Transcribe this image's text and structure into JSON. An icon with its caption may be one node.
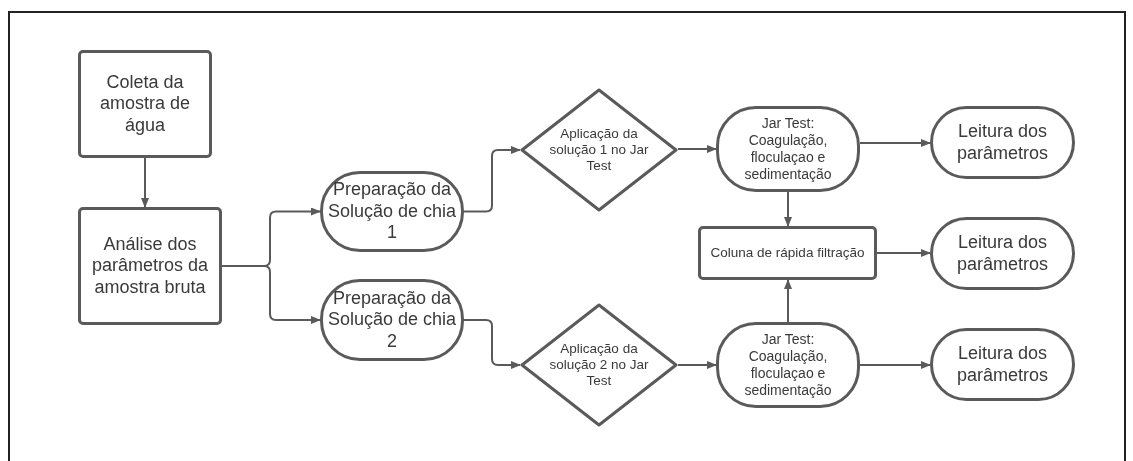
{
  "diagram": {
    "nodes": [
      {
        "text": [
          "Coleta da amostra de água"
        ]
      },
      {
        "text": [
          "Análise dos parâmetros da amostra bruta"
        ]
      },
      {
        "text": [
          "Preparação da Solução de chia 1"
        ]
      },
      {
        "text": [
          "Preparação da Solução de chia 2"
        ]
      },
      {
        "text": [
          "Aplicação da solução 1 no Jar Test"
        ]
      },
      {
        "text": [
          "Jar Test: Coagulação, floculaçao e sedimentação"
        ]
      },
      {
        "text": [
          "Leitura dos parâmetros"
        ]
      },
      {
        "text": [
          "Coluna de rápida filtração"
        ]
      },
      {
        "text": [
          "Leitura dos parâmetros"
        ]
      },
      {
        "text": [
          "Aplicação da solução 2 no Jar Test"
        ]
      },
      {
        "text": [
          "Jar Test: Coagulação, floculaçao e sedimentação"
        ]
      },
      {
        "text": [
          "Leitura dos parâmetros"
        ]
      }
    ],
    "edges": [
      {
        "from": 0,
        "to": 1,
        "arrow": "to"
      },
      {
        "from": 1,
        "to": 2,
        "arrow": "to"
      },
      {
        "from": 1,
        "to": 3,
        "arrow": "to"
      },
      {
        "from": 2,
        "to": 4,
        "arrow": "to"
      },
      {
        "from": 3,
        "to": 9,
        "arrow": "to"
      },
      {
        "from": 4,
        "to": 5,
        "arrow": "to"
      },
      {
        "from": 5,
        "to": 6,
        "arrow": "to"
      },
      {
        "from": 5,
        "to": 7,
        "arrow": "to"
      },
      {
        "from": 7,
        "to": 8,
        "arrow": "to"
      },
      {
        "from": 10,
        "to": 7,
        "arrow": "to"
      },
      {
        "from": 9,
        "to": 10,
        "arrow": "to"
      },
      {
        "from": 10,
        "to": 11,
        "arrow": "to"
      }
    ]
  }
}
